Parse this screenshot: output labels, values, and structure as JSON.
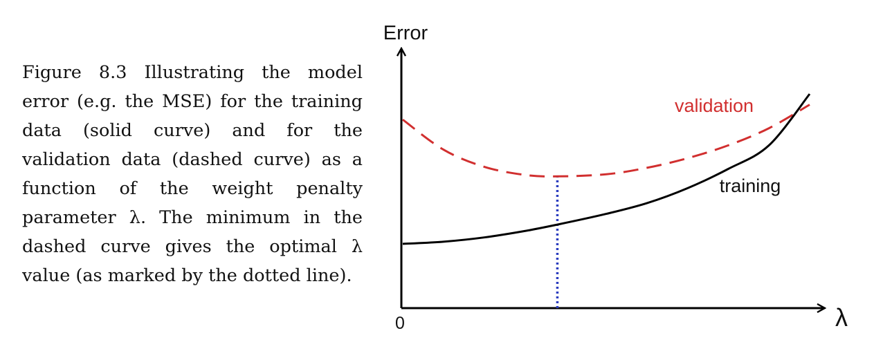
{
  "caption": "Figure 8.3 Illustrating the model error (e.g. the MSE) for the training data (solid curve) and for the validation data (dashed curve) as a function of the weight penalty parameter λ. The minimum in the dashed curve gives the optimal λ value (as marked by the dotted line).",
  "chart_data": {
    "type": "line",
    "title": "",
    "xlabel": "λ",
    "ylabel": "Error",
    "x_tick_labels": [
      "0"
    ],
    "y_tick_labels": [],
    "xlim": [
      0,
      1
    ],
    "ylim": [
      0,
      1
    ],
    "grid": false,
    "legend": "none",
    "x": [
      0,
      0.1,
      0.2,
      0.3,
      0.38,
      0.5,
      0.6,
      0.7,
      0.8,
      0.9,
      1.0
    ],
    "series": [
      {
        "name": "validation",
        "style": "dashed",
        "color": "#d12f2f",
        "values": [
          0.88,
          0.74,
          0.66,
          0.622,
          0.615,
          0.625,
          0.655,
          0.7,
          0.76,
          0.84,
          0.95
        ]
      },
      {
        "name": "training",
        "style": "solid",
        "color": "#000000",
        "values": [
          0.3,
          0.31,
          0.33,
          0.36,
          0.39,
          0.44,
          0.49,
          0.56,
          0.65,
          0.76,
          1.0
        ]
      }
    ],
    "annotations": [
      {
        "type": "vertical_line",
        "x": 0.38,
        "style": "dotted",
        "color": "#2b3cbf",
        "meaning": "optimal λ"
      }
    ]
  }
}
